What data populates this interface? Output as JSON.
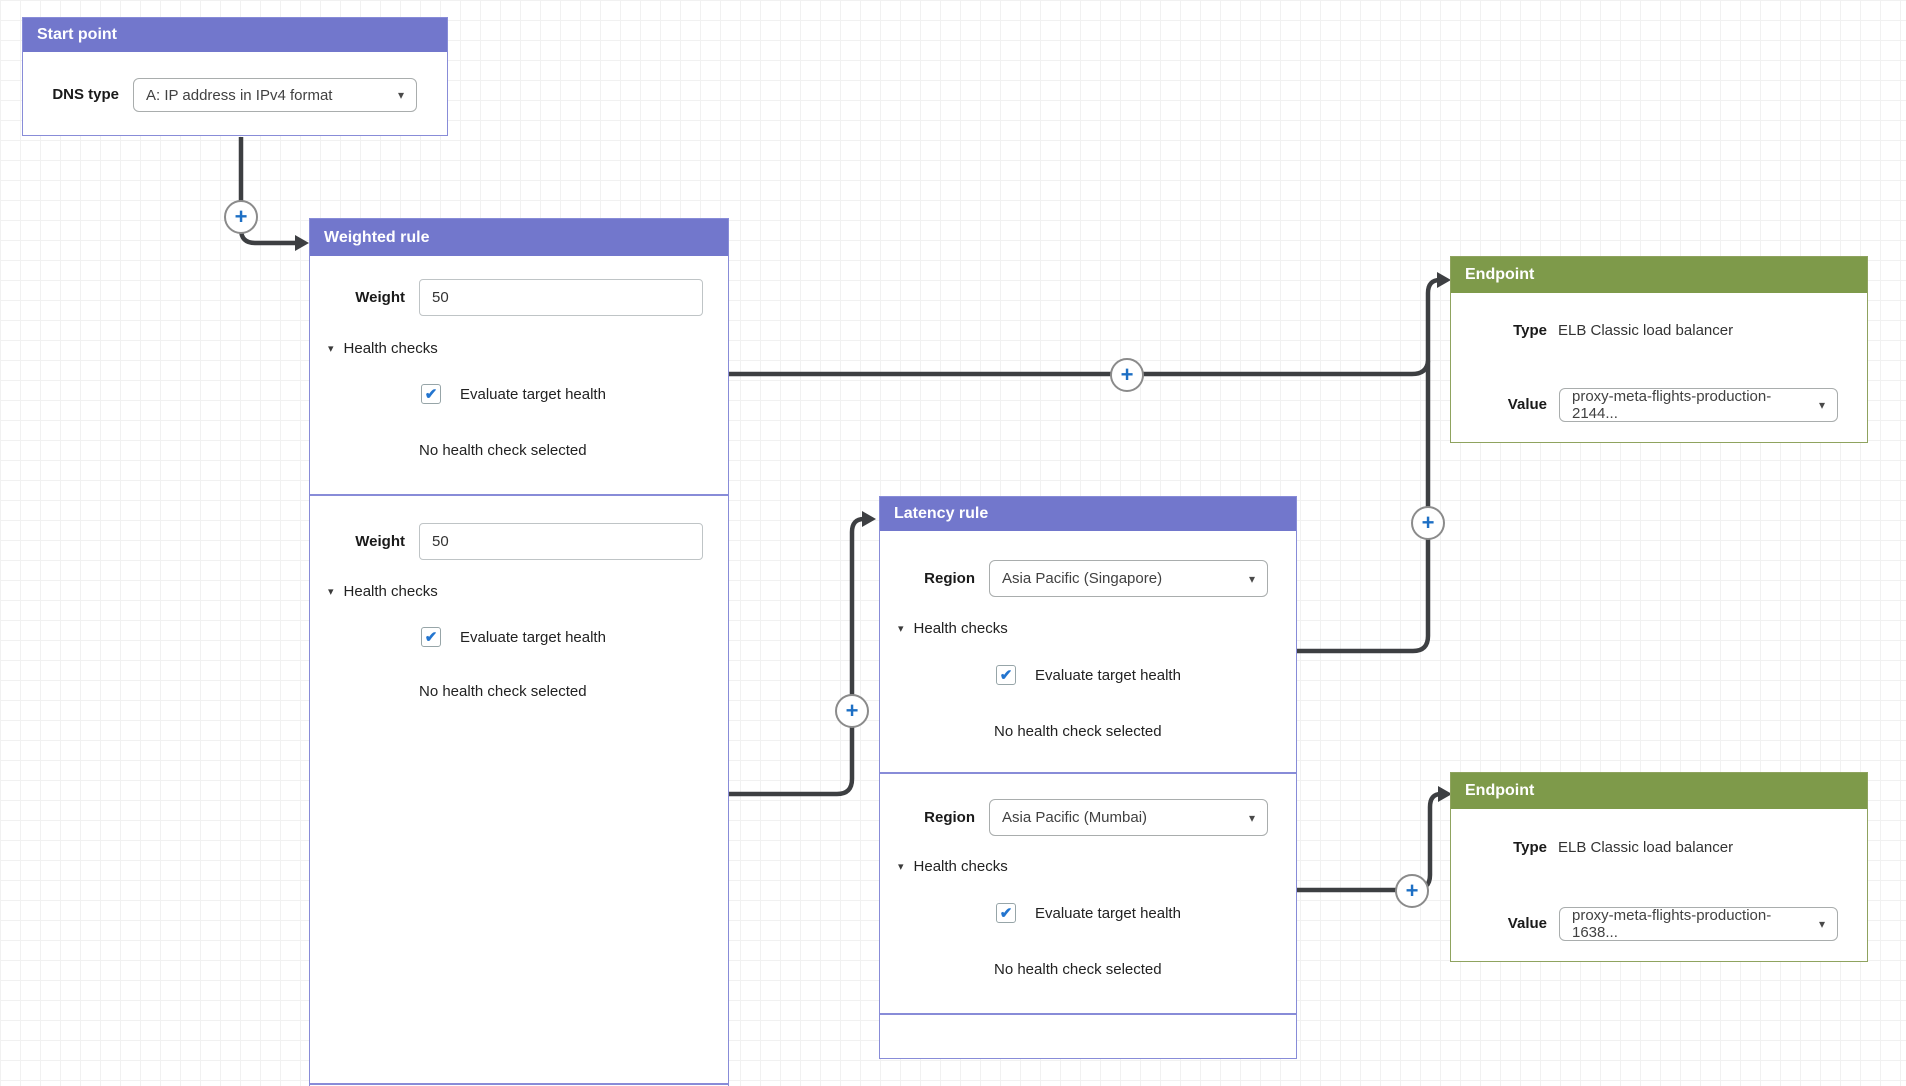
{
  "colors": {
    "canvas-bg": "#ffffff",
    "grid-line": "#f1f1f1",
    "rule-header-bg": "#7277cc",
    "rule-border": "#888cd8",
    "endpoint-header-bg": "#7e9a4a",
    "endpoint-border": "#8fa35f",
    "connector": "#3d3f42",
    "plus-blue": "#1d6fc4",
    "check-blue": "#2375cf",
    "text-dark": "#1a1a1a",
    "field-border": "#a9adad"
  },
  "icons": {
    "add_plus": "+",
    "dropdown_caret": "▾",
    "disclosure_expanded": "▾",
    "checkbox_check": "✔"
  },
  "start_point": {
    "title": "Start point",
    "dns_type_label": "DNS type",
    "dns_type_value": "A: IP address in IPv4 format"
  },
  "weighted_rule": {
    "title": "Weighted rule",
    "sections": [
      {
        "weight_label": "Weight",
        "weight_value": "50",
        "health_checks_label": "Health checks",
        "evaluate_label": "Evaluate target health",
        "evaluate_checked": true,
        "no_health_check_text": "No health check selected"
      },
      {
        "weight_label": "Weight",
        "weight_value": "50",
        "health_checks_label": "Health checks",
        "evaluate_label": "Evaluate target health",
        "evaluate_checked": true,
        "no_health_check_text": "No health check selected"
      }
    ]
  },
  "latency_rule": {
    "title": "Latency rule",
    "sections": [
      {
        "region_label": "Region",
        "region_value": "Asia Pacific (Singapore)",
        "health_checks_label": "Health checks",
        "evaluate_label": "Evaluate target health",
        "evaluate_checked": true,
        "no_health_check_text": "No health check selected"
      },
      {
        "region_label": "Region",
        "region_value": "Asia Pacific (Mumbai)",
        "health_checks_label": "Health checks",
        "evaluate_label": "Evaluate target health",
        "evaluate_checked": true,
        "no_health_check_text": "No health check selected"
      }
    ]
  },
  "endpoints": [
    {
      "title": "Endpoint",
      "type_label": "Type",
      "type_value": "ELB Classic load balancer",
      "value_label": "Value",
      "value_value": "proxy-meta-flights-production-2144..."
    },
    {
      "title": "Endpoint",
      "type_label": "Type",
      "type_value": "ELB Classic load balancer",
      "value_label": "Value",
      "value_value": "proxy-meta-flights-production-1638..."
    }
  ]
}
